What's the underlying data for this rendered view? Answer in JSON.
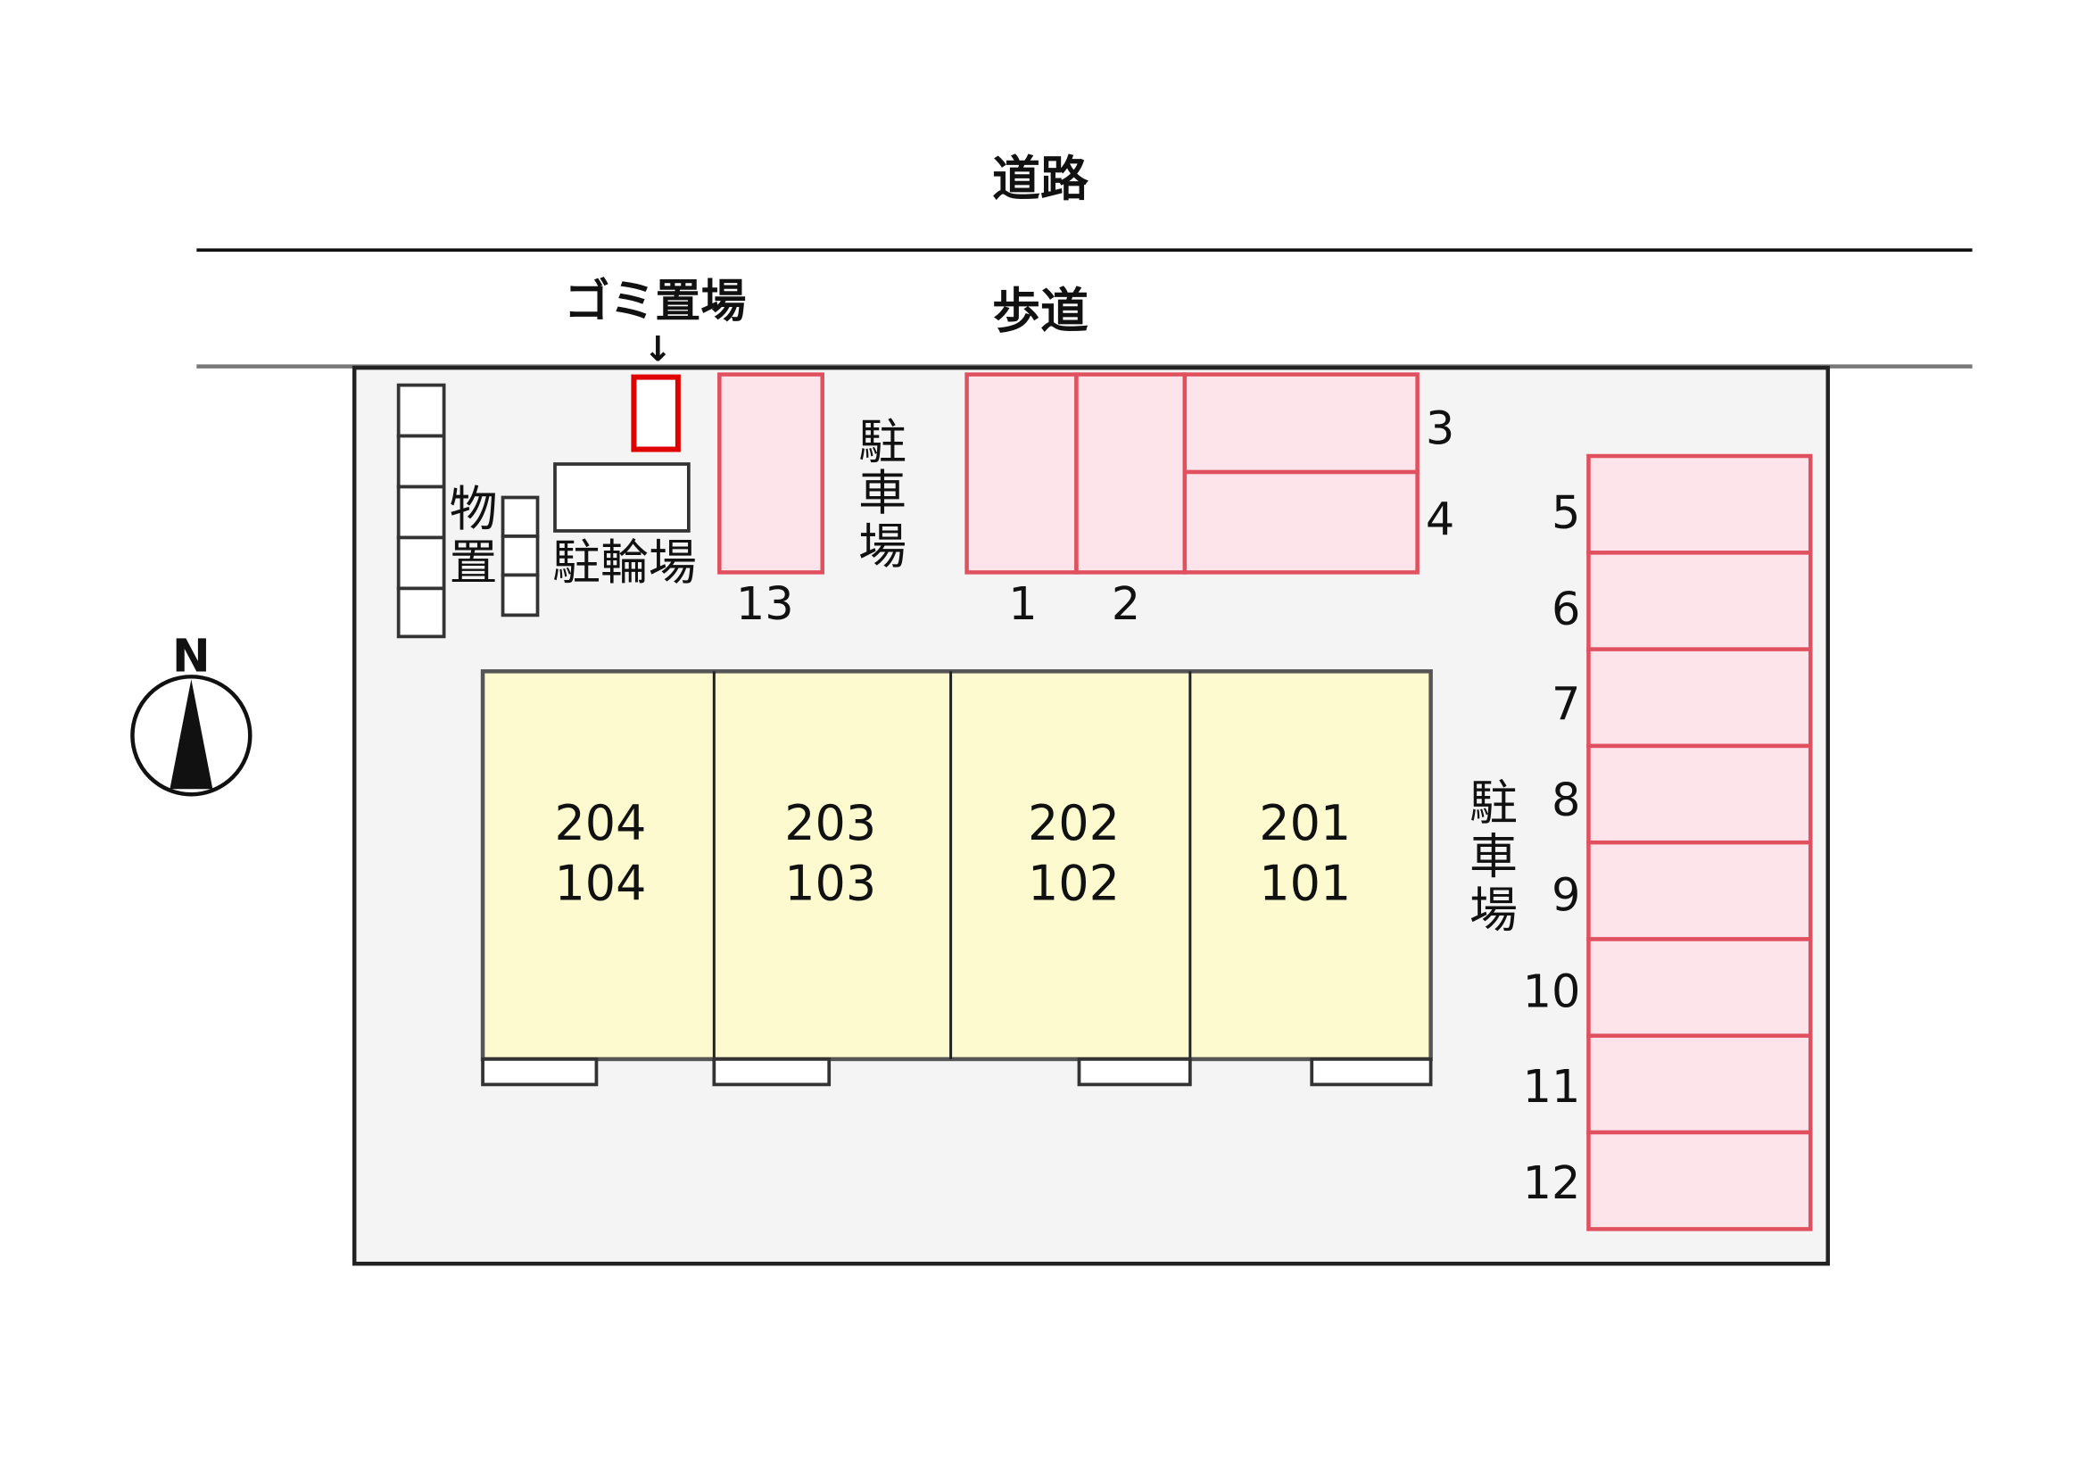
{
  "road_label": "道路",
  "sidewalk_label": "歩道",
  "garbage_label": "ゴミ置場",
  "garbage_arrow": "↓",
  "storage_label": [
    "物",
    "置"
  ],
  "bicycle_parking_label": "駐輪場",
  "parking_label_top": [
    "駐",
    "車",
    "場"
  ],
  "parking_label_right": [
    "駐",
    "車",
    "場"
  ],
  "compass_label": "N",
  "parking_spaces": {
    "s1": "1",
    "s2": "2",
    "s3": "3",
    "s4": "4",
    "s5": "5",
    "s6": "6",
    "s7": "7",
    "s8": "8",
    "s9": "9",
    "s10": "10",
    "s11": "11",
    "s12": "12",
    "s13": "13"
  },
  "units": [
    {
      "upper": "204",
      "lower": "104"
    },
    {
      "upper": "203",
      "lower": "103"
    },
    {
      "upper": "202",
      "lower": "102"
    },
    {
      "upper": "201",
      "lower": "101"
    }
  ],
  "colors": {
    "parking_fill": "#fde4ea",
    "parking_stroke": "#e0505f",
    "building_fill": "#fdfad0",
    "garbage_stroke": "#e00000",
    "site_fill": "#f4f4f4"
  }
}
